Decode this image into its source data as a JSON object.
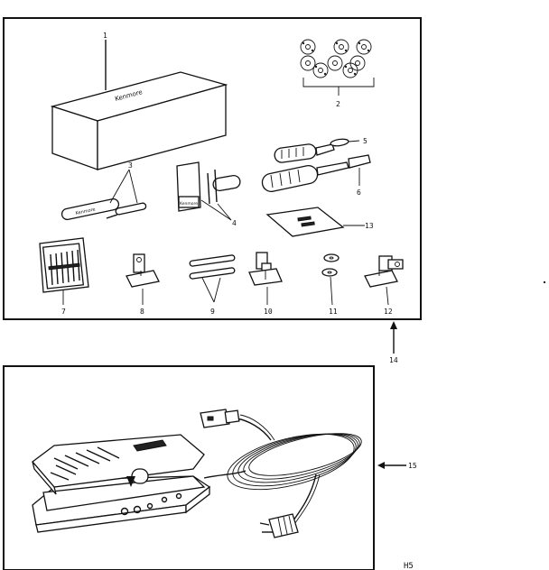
{
  "labels": {
    "p1": "1",
    "p2": "2",
    "p3": "3",
    "p4": "4",
    "p5": "5",
    "p6": "6",
    "p7": "7",
    "p8": "8",
    "p9": "9",
    "p10": "10",
    "p11": "11",
    "p12": "12",
    "p13": "13",
    "p14": "14",
    "p15": "15"
  },
  "brand": {
    "box": "Kenmore",
    "needles_card": "Kenmore",
    "instruction_card": "Kenmore"
  },
  "corner_code": "H5"
}
